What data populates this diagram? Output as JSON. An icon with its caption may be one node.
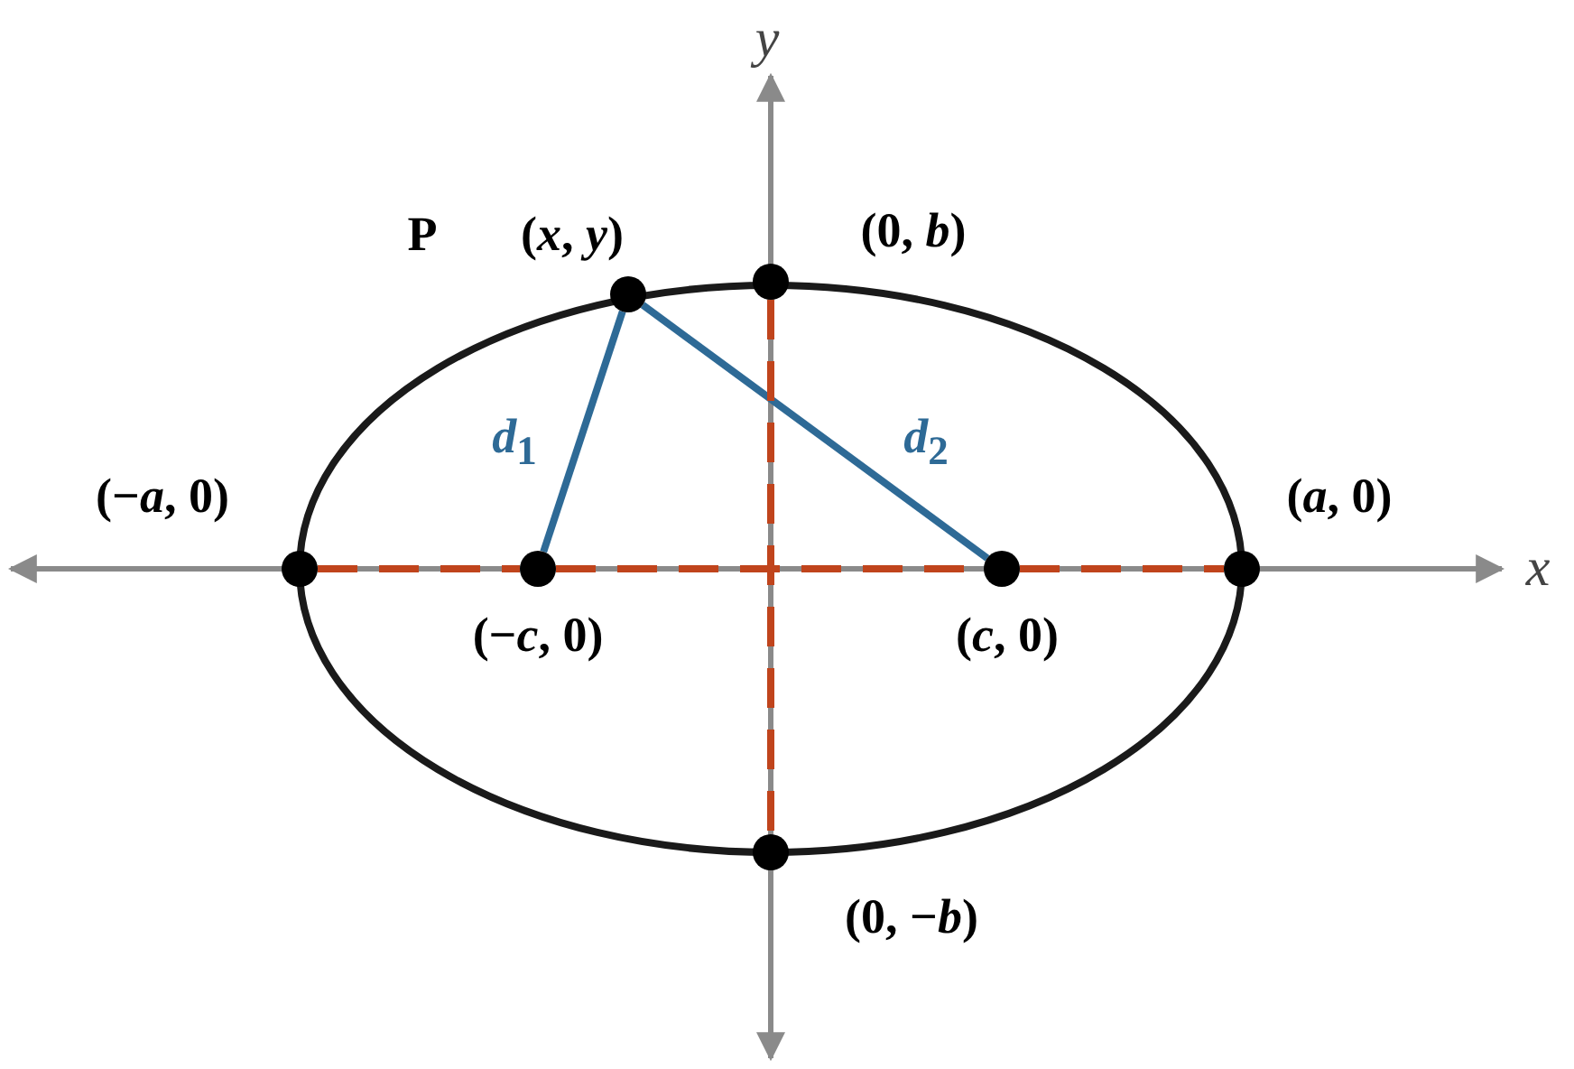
{
  "diagram": {
    "nodes": [
      {
        "text": [],
        "shape": "circle",
        "beside": [
          "P",
          "(*x*, *y*)"
        ]
      },
      {
        "text": [],
        "shape": "circle",
        "beside": [
          "(0, *b*)"
        ]
      },
      {
        "text": [],
        "shape": "circle",
        "beside": [
          "(−*a*, 0)"
        ]
      },
      {
        "text": [],
        "shape": "circle",
        "beside": [
          "(*a*, 0)"
        ]
      },
      {
        "text": [],
        "shape": "circle",
        "beside": [
          "(−*c*, 0)"
        ]
      },
      {
        "text": [],
        "shape": "circle",
        "beside": [
          "(*c*, 0)"
        ]
      },
      {
        "text": [],
        "shape": "circle",
        "beside": [
          "(0, −*b*)"
        ]
      }
    ],
    "edges": [
      {
        "from": 0,
        "to": 4,
        "arrow": "none",
        "label": "*d*$_{1}$",
        "color": "#2e6a96"
      },
      {
        "from": 0,
        "to": 5,
        "arrow": "none",
        "label": "*d*$_{2}$",
        "color": "#2e6a96"
      },
      {
        "from": 2,
        "to": 4,
        "arrow": "none",
        "style": "dashed"
      },
      {
        "from": 4,
        "to": 5,
        "arrow": "none",
        "style": "dashed"
      },
      {
        "from": 5,
        "to": 3,
        "arrow": "none",
        "style": "dashed"
      },
      {
        "from": 1,
        "to": 6,
        "arrow": "none",
        "style": "dashed"
      }
    ],
    "labels": [
      "y",
      "x"
    ]
  }
}
